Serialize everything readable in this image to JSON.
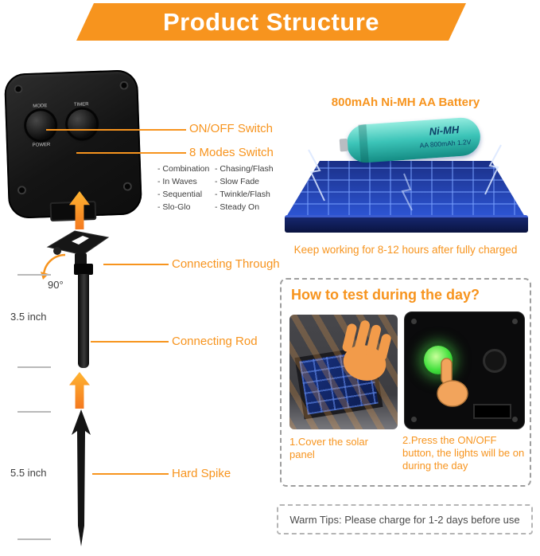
{
  "header": {
    "title": "Product Structure"
  },
  "device": {
    "knob_left_label": "MODE",
    "knob_right_label": "TIMER",
    "knob_bottom_label": "POWER"
  },
  "left": {
    "onoff_label": "ON/OFF Switch",
    "modes_label": "8 Modes Switch",
    "modes": [
      [
        "- Combination",
        "- Chasing/Flash"
      ],
      [
        "- In Waves",
        "- Slow Fade"
      ],
      [
        "- Sequential",
        "- Twinkle/Flash"
      ],
      [
        "- Slo-Glo",
        "- Steady On"
      ]
    ],
    "angle_label": "90°",
    "connecting_through_label": "Connecting Through",
    "rod_measure": "3.5 inch",
    "connecting_rod_label": "Connecting Rod",
    "spike_measure": "5.5 inch",
    "hard_spike_label": "Hard Spike"
  },
  "right": {
    "battery_title": "800mAh Ni-MH AA Battery",
    "battery_brand": "Ni-MH",
    "battery_spec": "AA 800mAh 1.2V",
    "battery_caption": "Keep working for 8-12 hours after fully charged",
    "test": {
      "title": "How to test during the day?",
      "step1": "1.Cover the solar panel",
      "step2": "2.Press the ON/OFF button, the lights will be on during the day"
    },
    "warm_tips": "Warm Tips: Please charge for 1-2 days before use"
  },
  "colors": {
    "accent": "#F7941E",
    "battery_teal": "#3CC4B8",
    "panel_blue": "#2D55D4",
    "button_green": "#44E03E"
  }
}
